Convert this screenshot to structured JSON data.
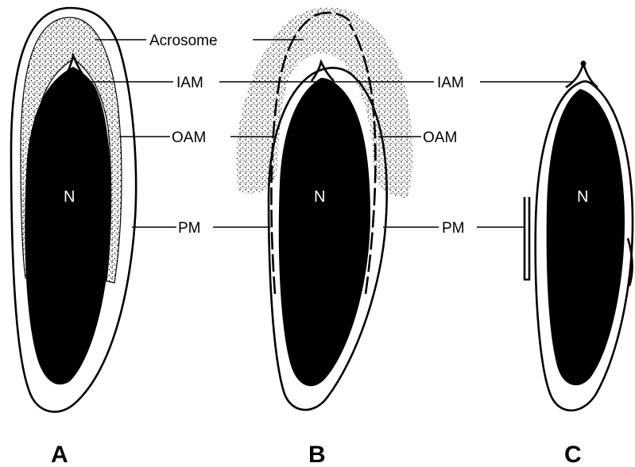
{
  "labels": {
    "acrosome": "Acrosome",
    "iam_left": "IAM",
    "iam_right": "IAM",
    "oam_left": "OAM",
    "oam_right": "OAM",
    "pm_left": "PM",
    "pm_right": "PM"
  },
  "nucleus": {
    "a": "N",
    "b": "N",
    "c": "N"
  },
  "panels": {
    "a": "A",
    "b": "B",
    "c": "C"
  }
}
